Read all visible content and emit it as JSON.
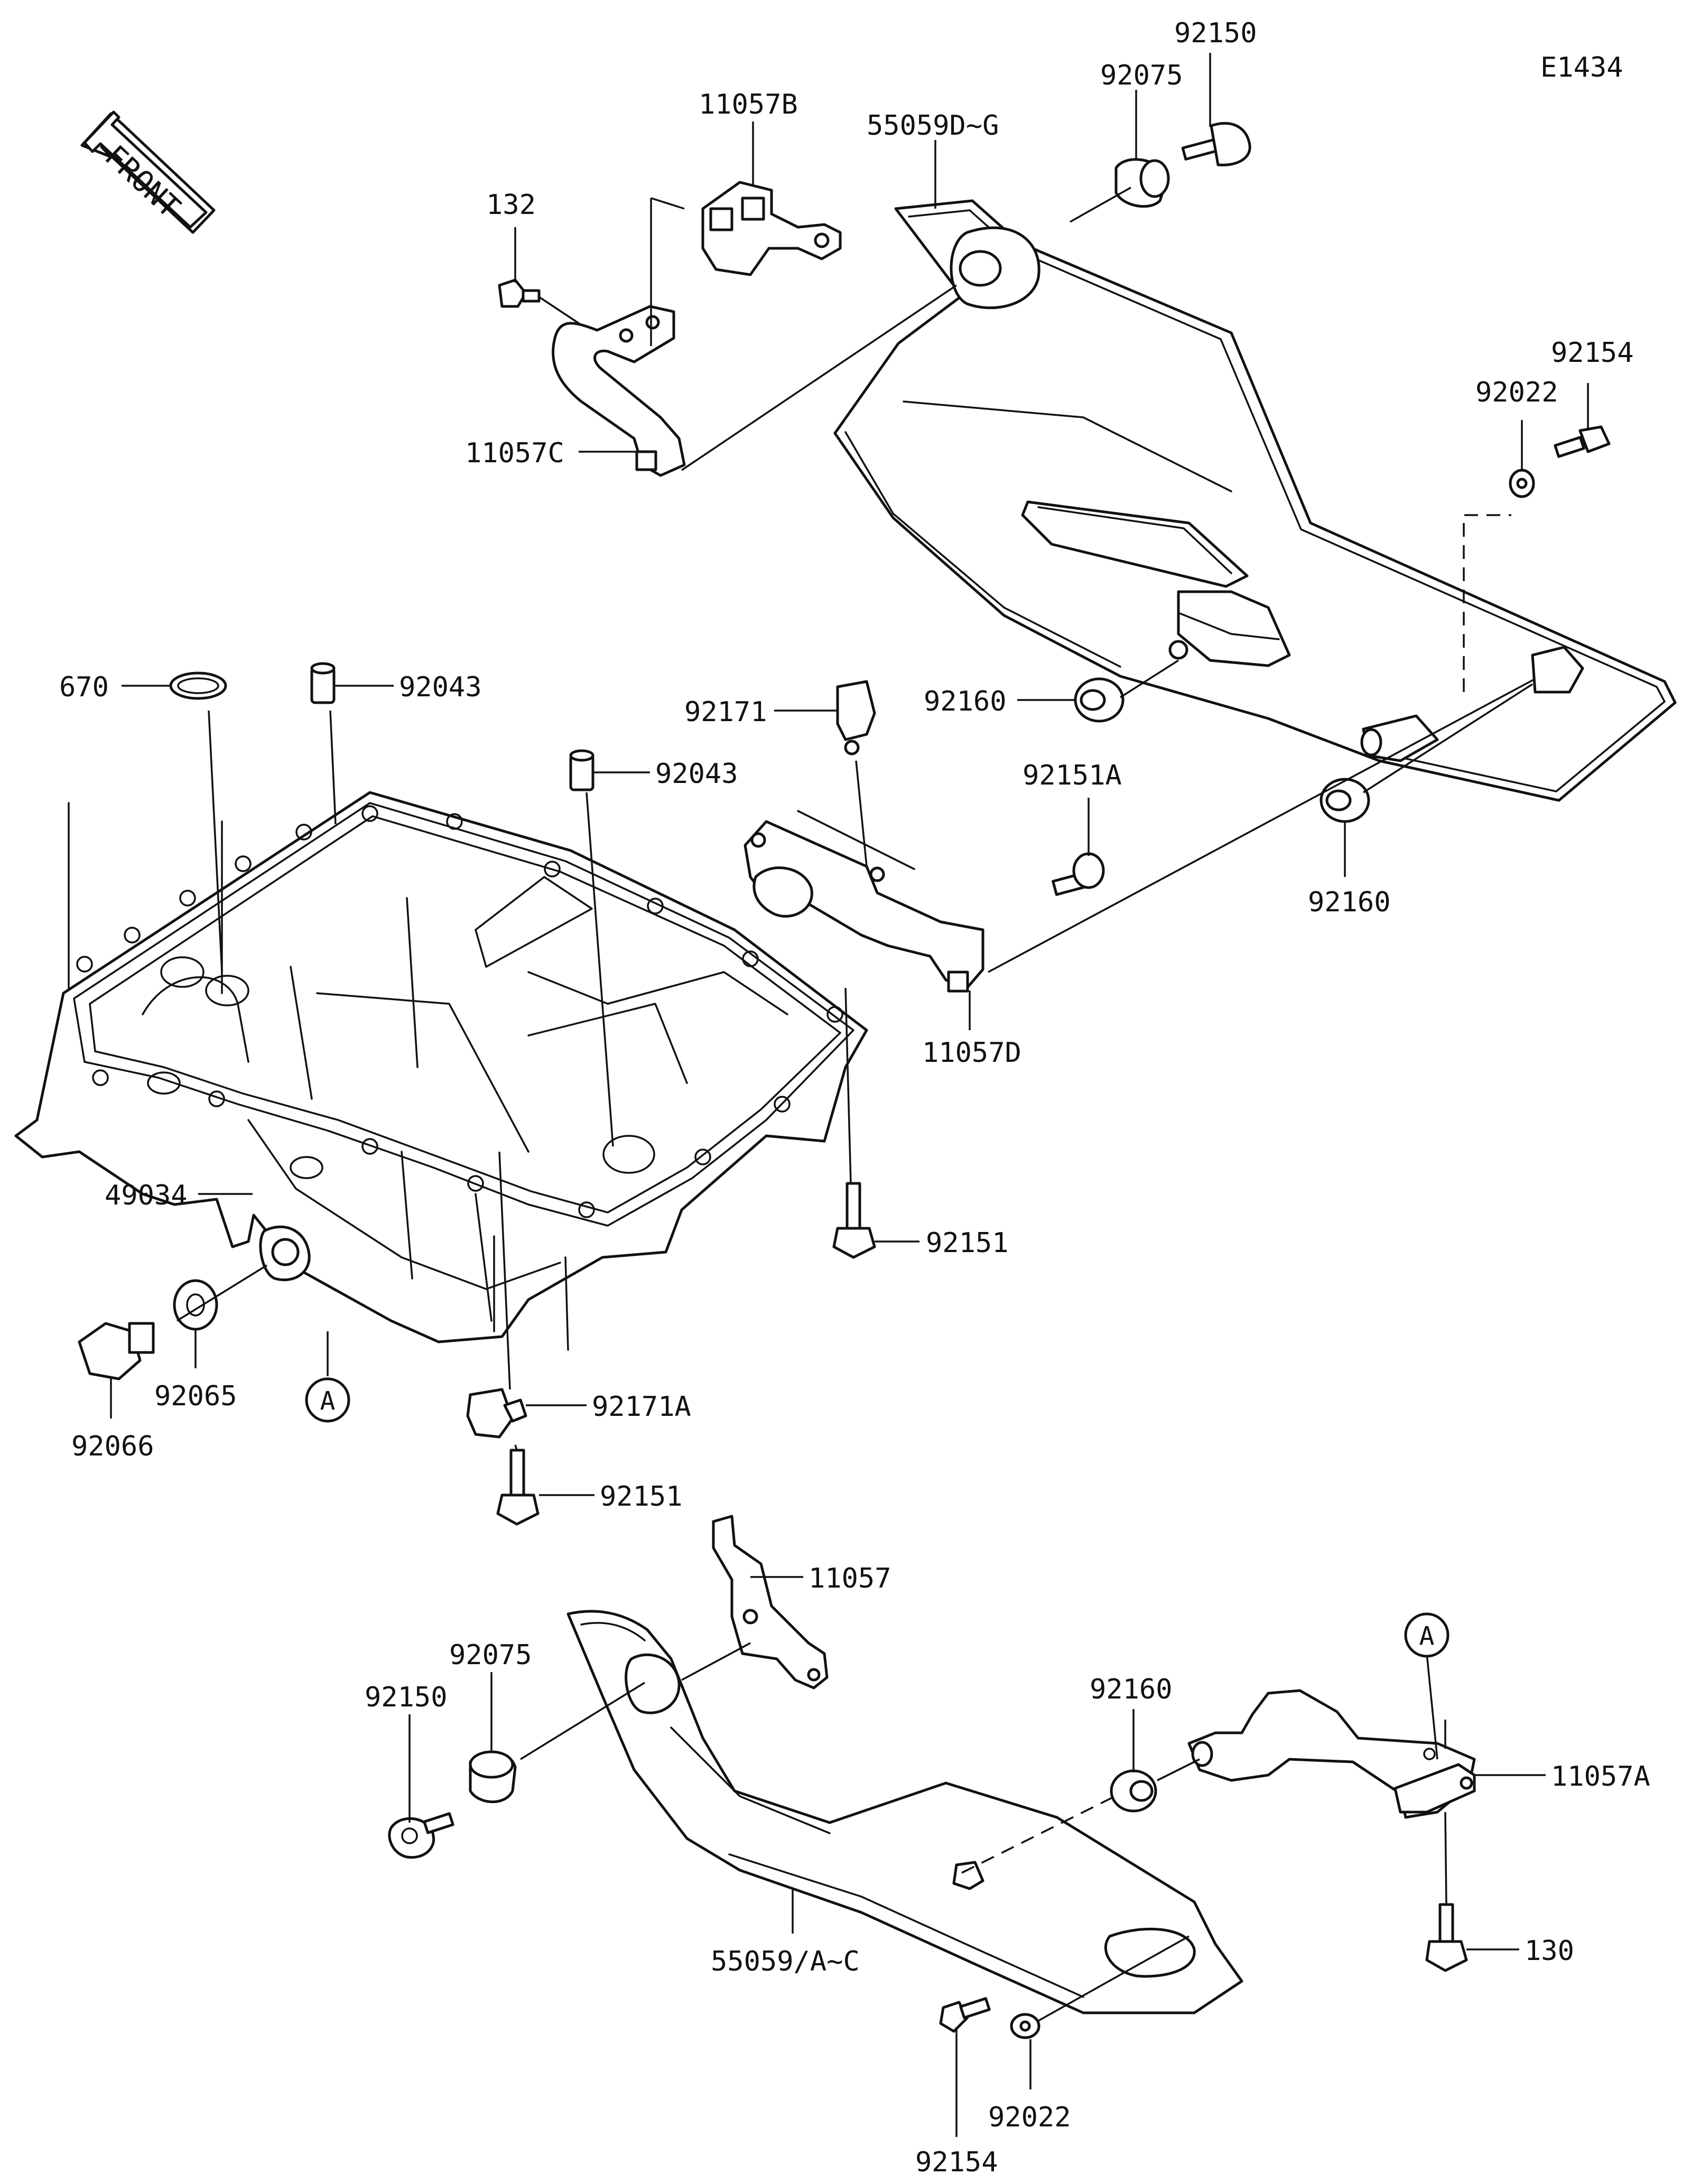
{
  "diagram": {
    "code": "E1434",
    "front_marker": "FRONT",
    "ref_marker": "A",
    "labels": {
      "p92150_top": "92150",
      "p92075_top": "92075",
      "p11057B": "11057B",
      "p55059DG": "55059D~G",
      "p132": "132",
      "p11057C": "11057C",
      "p92154_top": "92154",
      "p92022_top": "92022",
      "p670": "670",
      "p92043_left": "92043",
      "p92043_mid": "92043",
      "p92171": "92171",
      "p92160_mid": "92160",
      "p92151A": "92151A",
      "p92160_right": "92160",
      "p11057D": "11057D",
      "p49034": "49034",
      "p92151_right": "92151",
      "p92065": "92065",
      "p92066": "92066",
      "p92171A": "92171A",
      "p92151_low": "92151",
      "p11057": "11057",
      "p92075_bot": "92075",
      "p92150_bot": "92150",
      "p92160_bot": "92160",
      "p11057A": "11057A",
      "p130": "130",
      "p55059AC": "55059/A~C",
      "p92022_bot": "92022",
      "p92154_bot": "92154"
    }
  }
}
